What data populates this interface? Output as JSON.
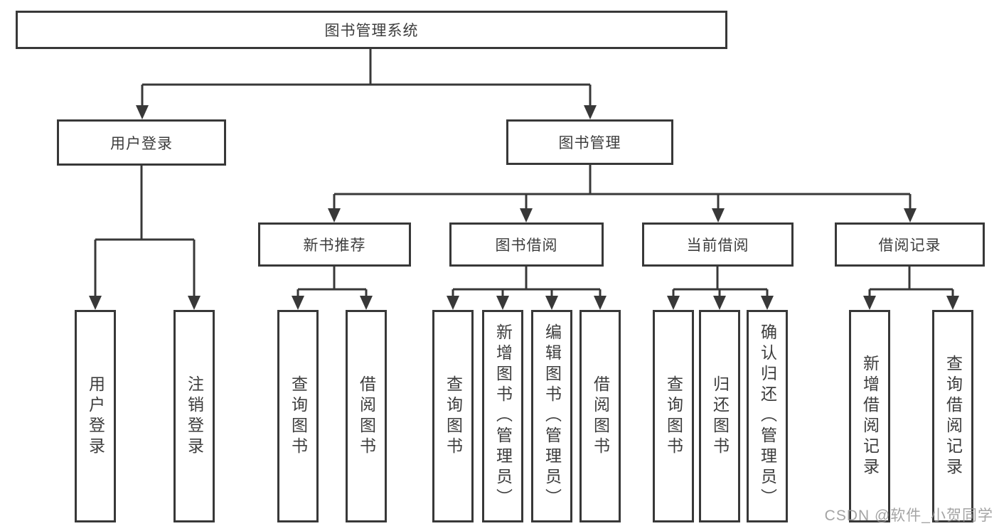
{
  "tree": {
    "label": "图书管理系统",
    "children": [
      {
        "label": "用户登录",
        "children": [
          {
            "label": "用户登录"
          },
          {
            "label": "注销登录"
          }
        ]
      },
      {
        "label": "图书管理",
        "children": [
          {
            "label": "新书推荐",
            "children": [
              {
                "label": "查询图书"
              },
              {
                "label": "借阅图书"
              }
            ]
          },
          {
            "label": "图书借阅",
            "children": [
              {
                "label": "查询图书"
              },
              {
                "label": "新增图书（管理员）"
              },
              {
                "label": "编辑图书（管理员）"
              },
              {
                "label": "借阅图书"
              }
            ]
          },
          {
            "label": "当前借阅",
            "children": [
              {
                "label": "查询图书"
              },
              {
                "label": "归还图书"
              },
              {
                "label": "确认归还（管理员）"
              }
            ]
          },
          {
            "label": "借阅记录",
            "children": [
              {
                "label": "新增借阅记录"
              },
              {
                "label": "查询借阅记录"
              }
            ]
          }
        ]
      }
    ]
  },
  "watermark": "CSDN @软件_小贺同学",
  "colors": {
    "line": "#383838",
    "text": "#3d3d3d",
    "background": "#ffffff"
  }
}
